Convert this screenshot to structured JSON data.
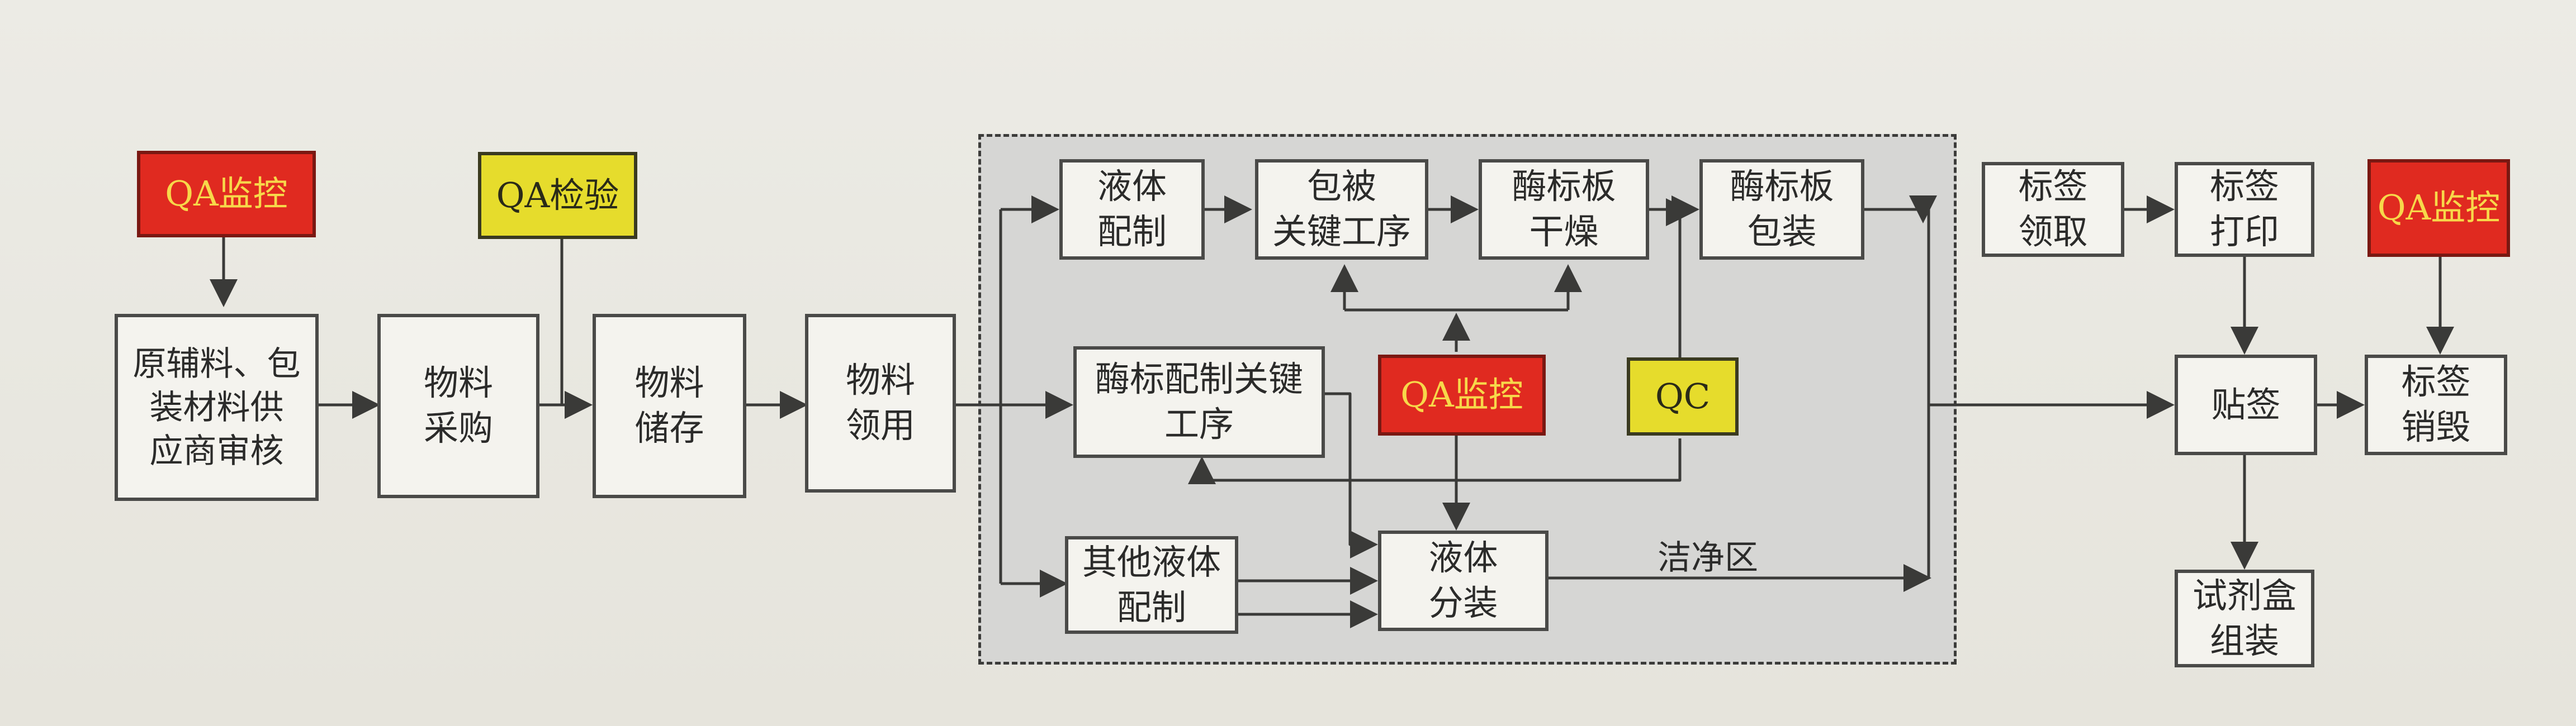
{
  "diagram": {
    "zone_label": "洁净区",
    "nodes": {
      "qa_monitor_1": "QA监控",
      "qa_inspect": "QA检验",
      "supplier_audit": "原辅料、包\n装材料供\n应商审核",
      "material_purchase": "物料\n采购",
      "material_storage": "物料\n储存",
      "material_requisition": "物料\n领用",
      "liquid_prep": "液体\n配制",
      "coating_key": "包被\n关键工序",
      "plate_drying": "酶标板\n干燥",
      "plate_packaging": "酶标板\n包装",
      "enzyme_prep": "酶标配制关键\n工序",
      "qa_monitor_2": "QA监控",
      "qc": "QC",
      "other_liquid_prep": "其他液体\n配制",
      "liquid_dispensing": "液体\n分装",
      "label_collect": "标签\n领取",
      "label_print": "标签\n打印",
      "qa_monitor_3": "QA监控",
      "labeling": "贴签",
      "label_destroy": "标签\n销毁",
      "kit_assembly": "试剂盒\n组装"
    },
    "colors": {
      "qa_monitor": "#e02a20",
      "qa_text": "#f7d84a",
      "qa_inspect": "#e6dc2c",
      "qc": "#e6dc2c",
      "clean_zone": "#d6d6d4",
      "box": "#f4f3ee",
      "line": "#3a3a38"
    }
  }
}
